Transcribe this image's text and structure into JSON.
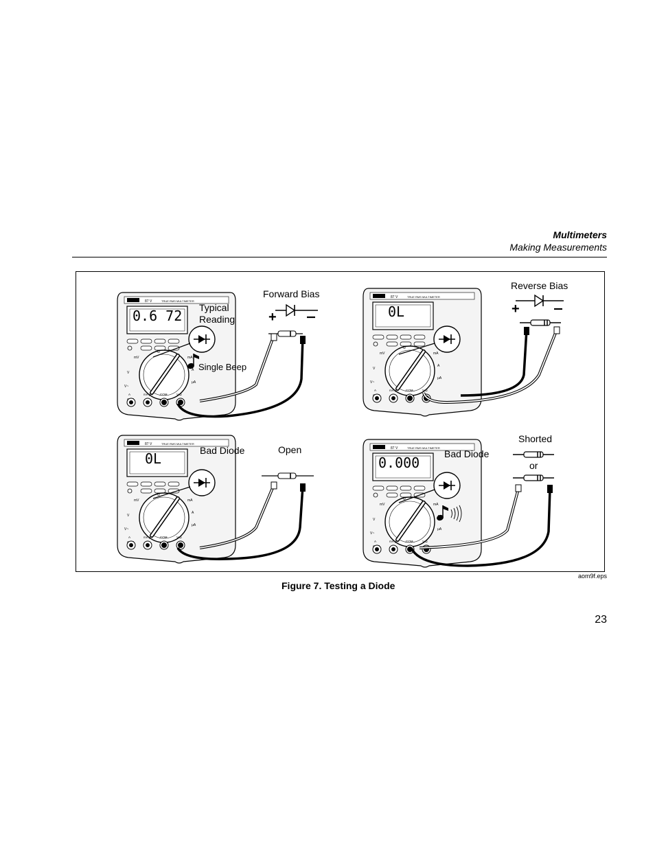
{
  "header": {
    "title": "Multimeters",
    "subtitle": "Making Measurements"
  },
  "figure": {
    "caption": "Figure 7. Testing a Diode",
    "file_ref": "aom9f.eps",
    "panels": [
      {
        "display": "0.6 72",
        "label": "Typical\nReading",
        "condition": "Forward Bias",
        "sound_label": "Single Beep",
        "probe_orientation": "forward"
      },
      {
        "display": "0L",
        "label": "",
        "condition": "Reverse Bias",
        "sound_label": "",
        "probe_orientation": "reverse"
      },
      {
        "display": "0L",
        "label": "Bad Diode",
        "condition": "Open",
        "sound_label": "",
        "probe_orientation": "forward"
      },
      {
        "display": "0.000",
        "label": "Bad Diode",
        "condition": "Shorted",
        "alt_condition": "or",
        "sound_label": "",
        "probe_orientation": "both"
      }
    ]
  },
  "page_number": "23",
  "colors": {
    "ink": "#000000",
    "paper": "#ffffff",
    "meter_body": "#f4f4f4"
  }
}
